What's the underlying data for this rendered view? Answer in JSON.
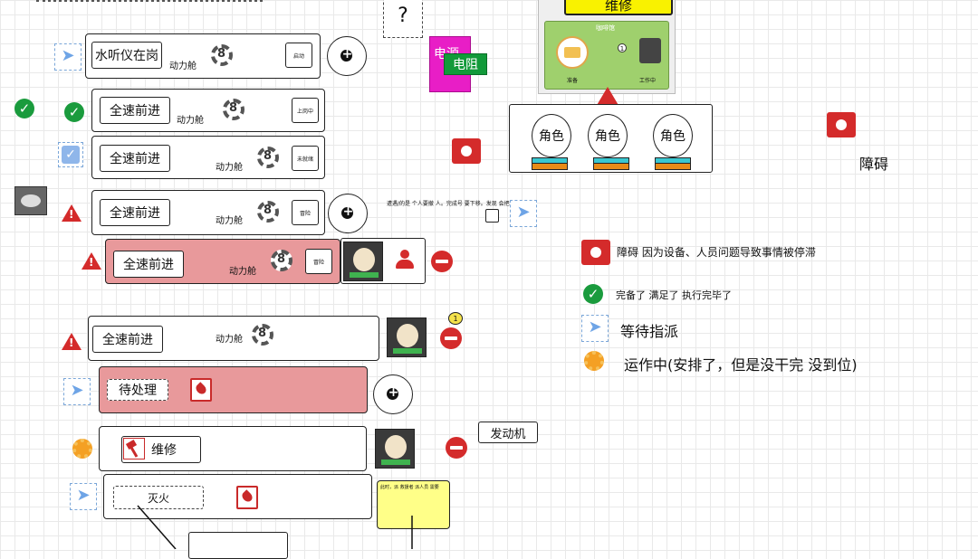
{
  "header": {
    "question_mark": "?"
  },
  "rows": [
    {
      "label": "水听仪在岗",
      "sub": "动力舱",
      "status_btn": "启动"
    },
    {
      "label": "全速前进",
      "sub": "动力舱",
      "status_btn": "上岗中"
    },
    {
      "label": "全速前进",
      "sub": "动力舱",
      "status_btn": "未就绪"
    },
    {
      "label": "全速前进",
      "sub": "动力舱",
      "status_btn": "冒险"
    },
    {
      "label": "全速前进",
      "sub": "动力舱",
      "status_btn": "冒险"
    },
    {
      "label": "全速前进",
      "sub": "动力舱"
    },
    {
      "label": "待处理"
    },
    {
      "label": "维修"
    },
    {
      "label": "灭火"
    }
  ],
  "tooltip_text": "遭遇/的是 个人要撤 人。完成号 要下移。发现 会把",
  "sticky_note": "此时，派 救援者 派人员 需要",
  "engine_label": "发动机",
  "game_panel": {
    "title": "维修",
    "inner_title": "咖啡馆",
    "badge": "1",
    "footer_left": "准备",
    "footer_right": "工作中"
  },
  "resistor": {
    "back": "电源",
    "front": "电阻"
  },
  "character_card": {
    "slots": [
      "角色",
      "角色",
      "角色"
    ]
  },
  "blocker_label": "障碍",
  "legend": [
    {
      "icon": "stop-icon",
      "text": "障碍  因为设备、人员问题导致事情被停滞"
    },
    {
      "icon": "check-icon",
      "text": "完备了 满足了 执行完毕了"
    },
    {
      "icon": "plane-icon",
      "text": "等待指派"
    },
    {
      "icon": "gear-sun-icon",
      "text": "运作中(安排了，但是没干完 没到位)"
    }
  ],
  "colors": {
    "alert_red": "#d42b2b",
    "ok_green": "#1a9b3d",
    "pending_pink": "#e8999b",
    "sticky_yellow": "#ffff88",
    "resistor_magenta": "#e81ec6",
    "resistor_green": "#129a3a",
    "accent_blue": "#6ea4e6"
  }
}
